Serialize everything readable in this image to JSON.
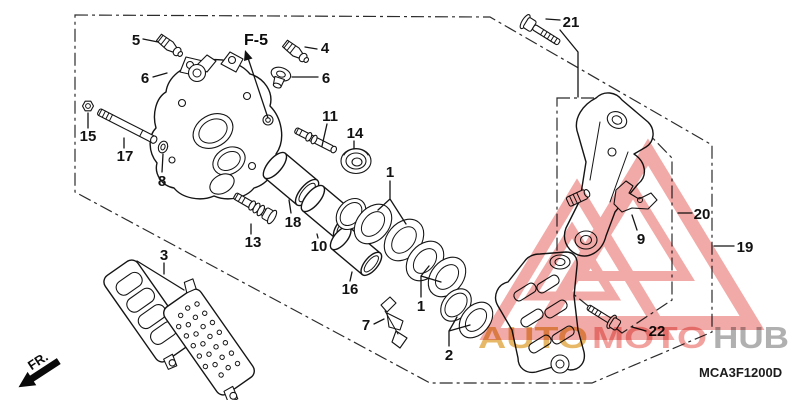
{
  "diagram": {
    "code": "MCA3F1200D",
    "frame_ref": "F-5",
    "front_marker": "FR."
  },
  "callouts": {
    "p1a": "1",
    "p1b": "1",
    "p2": "2",
    "p3": "3",
    "p4": "4",
    "p5": "5",
    "p6a": "6",
    "p6b": "6",
    "p7": "7",
    "p8": "8",
    "p9": "9",
    "p10": "10",
    "p11": "11",
    "p13": "13",
    "p14": "14",
    "p15": "15",
    "p16": "16",
    "p17": "17",
    "p18": "18",
    "p19": "19",
    "p20": "20",
    "p21": "21",
    "p22": "22"
  },
  "watermark": {
    "part1": "AUTO",
    "part2": "MOTO",
    "part3": "HUB",
    "part1_color": "#e2a845",
    "part2_color": "#ef8d88",
    "part3_color": "#9f9f9f",
    "triangle_color": "#e4564f"
  }
}
